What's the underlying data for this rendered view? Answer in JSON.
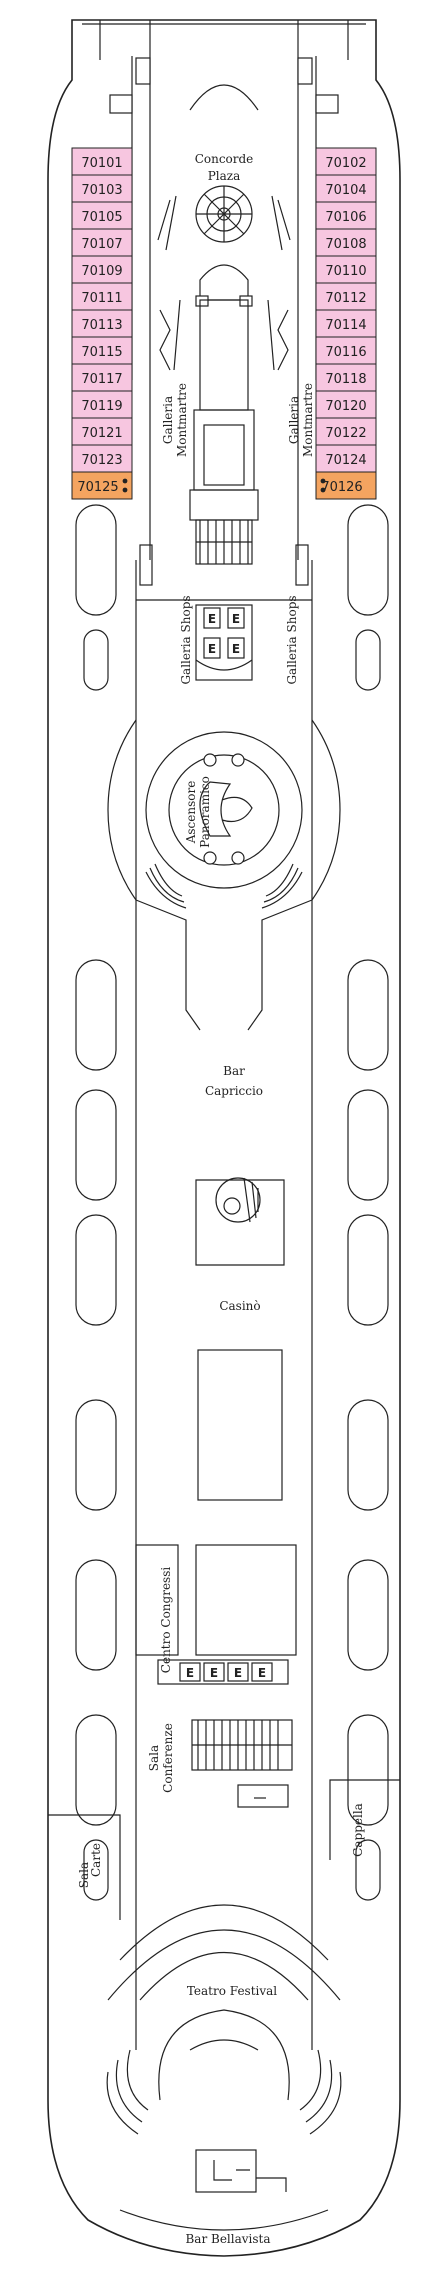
{
  "colors": {
    "cabin": "#f7c6e0",
    "cabin_accessible": "#f4a460",
    "line": "#222222",
    "background": "#ffffff"
  },
  "cabins_port": [
    "70101",
    "70103",
    "70105",
    "70107",
    "70109",
    "70111",
    "70113",
    "70115",
    "70117",
    "70119",
    "70121",
    "70123",
    "70125"
  ],
  "cabins_starboard": [
    "70102",
    "70104",
    "70106",
    "70108",
    "70110",
    "70112",
    "70114",
    "70116",
    "70118",
    "70120",
    "70122",
    "70124",
    "70126"
  ],
  "accessible_cabins": [
    "70125",
    "70126"
  ],
  "labels": {
    "concorde_line1": "Concorde",
    "concorde_line2": "Plaza",
    "galleria_montmartre": "Galleria",
    "galleria_montmartre_2": "Montmartre",
    "galleria_shops": "Galleria Shops",
    "ascensore_line1": "Ascensore",
    "ascensore_line2": "Panoramico",
    "bar_capriccio_1": "Bar",
    "bar_capriccio_2": "Capriccio",
    "casino": "Casinò",
    "centro_congressi": "Centro Congressi",
    "sala_conferenze_1": "Sala",
    "sala_conferenze_2": "Conferenze",
    "sala_carte_1": "Sala",
    "sala_carte_2": "Carte",
    "cappella": "Cappella",
    "teatro_festival": "Teatro Festival",
    "bar_bellavista": "Bar Bellavista",
    "elevator_letter": "E"
  }
}
